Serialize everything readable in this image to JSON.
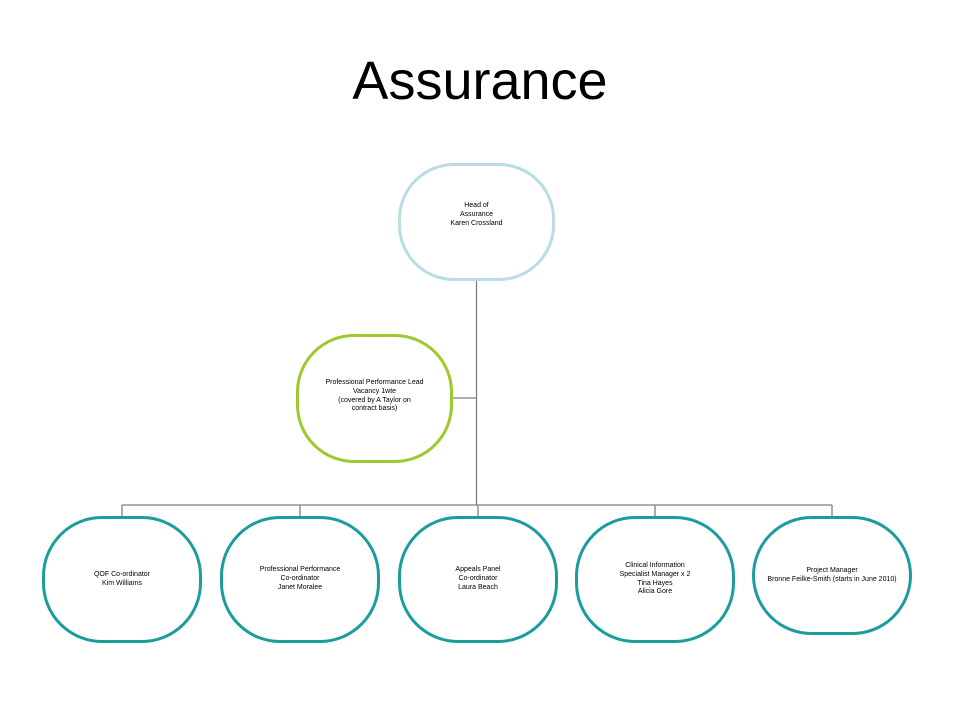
{
  "slide": {
    "title": "Assurance"
  },
  "org_chart": {
    "head": {
      "lines": [
        "Head of",
        "Assurance",
        "Karen Crossland"
      ]
    },
    "assistant": {
      "lines": [
        "Professional Performance Lead",
        "Vacancy 1wte",
        "(covered by A Taylor on",
        "contract basis)"
      ]
    },
    "subordinates": [
      {
        "lines": [
          "QOF Co-ordinator",
          "Kim  Williams"
        ]
      },
      {
        "lines": [
          "Professional Performance",
          "Co-ordinator",
          "Janet Moralee"
        ]
      },
      {
        "lines": [
          "Appeals Panel",
          "Co-ordinator",
          "Laura Beach"
        ]
      },
      {
        "lines": [
          "Clinical Information",
          "Specialist Manager x 2",
          "Tina Hayes",
          "Alicia Gore"
        ]
      },
      {
        "lines": [
          "Project Manager",
          "Bronne Feilke-Smith (starts in June 2010)"
        ]
      }
    ],
    "colors": {
      "head_border": "#b9dde3",
      "assistant_border": "#9ec92e",
      "subordinate_border": "#1a9d9b",
      "connector": "#7f7f7f"
    }
  }
}
